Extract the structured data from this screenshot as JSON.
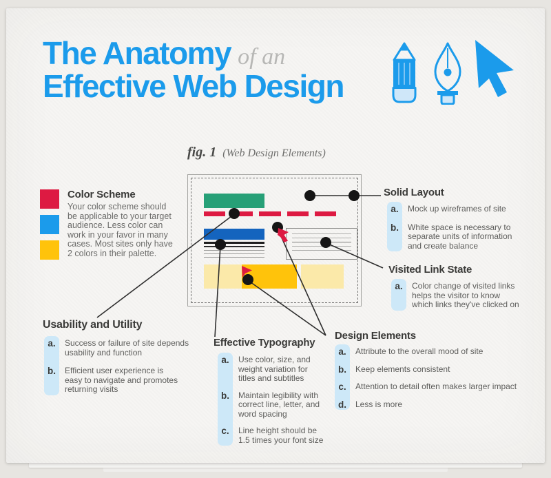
{
  "palette": {
    "blue": "#1b9beb",
    "dark_blue": "#1464be",
    "red": "#dd1a42",
    "green": "#27a077",
    "yellow": "#ffc30b",
    "yellow_light": "#fbe9a9",
    "strip_blue": "#cde8f8"
  },
  "header": {
    "title_blue_1": "The Anatomy",
    "title_gray": "of an",
    "title_blue_2": "Effective Web Design",
    "icons": [
      "pencil",
      "pen-nib",
      "cursor"
    ]
  },
  "figure": {
    "label": "fig. 1",
    "caption": "(Web Design Elements)"
  },
  "sections": {
    "color_scheme": {
      "title": "Color Scheme",
      "body": "Your color scheme should\nbe applicable to your target\naudience. Less color can\nwork in your favor in many\ncases. Most sites only have\n2 colors in their palette.",
      "swatches": [
        "#dd1a42",
        "#1b9beb",
        "#ffc30b"
      ]
    },
    "solid_layout": {
      "title": "Solid Layout",
      "items": [
        {
          "letter": "a.",
          "text": "Mock up wireframes of site"
        },
        {
          "letter": "b.",
          "text": "White space is necessary to\nseparate units of information\nand create balance"
        }
      ]
    },
    "visited_link_state": {
      "title": "Visited Link State",
      "items": [
        {
          "letter": "a.",
          "text": "Color change of visited links\nhelps the visitor to know\nwhich links they've clicked on"
        }
      ]
    },
    "usability_and_utility": {
      "title": "Usability and Utility",
      "items": [
        {
          "letter": "a.",
          "text": "Success or failure of site depends\nusability and function"
        },
        {
          "letter": "b.",
          "text": "Efficient user experience is\neasy to navigate and promotes\nreturning visits"
        }
      ]
    },
    "effective_typography": {
      "title": "Effective Typography",
      "items": [
        {
          "letter": "a.",
          "text": "Use color, size, and\nweight variation for\ntitles and subtitles"
        },
        {
          "letter": "b.",
          "text": "Maintain legibility with\ncorrect line, letter, and\nword spacing"
        },
        {
          "letter": "c.",
          "text": "Line height should be\n1.5 times your font size"
        }
      ]
    },
    "design_elements": {
      "title": "Design Elements",
      "items": [
        {
          "letter": "a.",
          "text": "Attribute to the overall mood of site"
        },
        {
          "letter": "b.",
          "text": "Keep elements consistent"
        },
        {
          "letter": "c.",
          "text": "Attention to detail often makes larger impact"
        },
        {
          "letter": "d.",
          "text": "Less is more"
        }
      ]
    }
  }
}
